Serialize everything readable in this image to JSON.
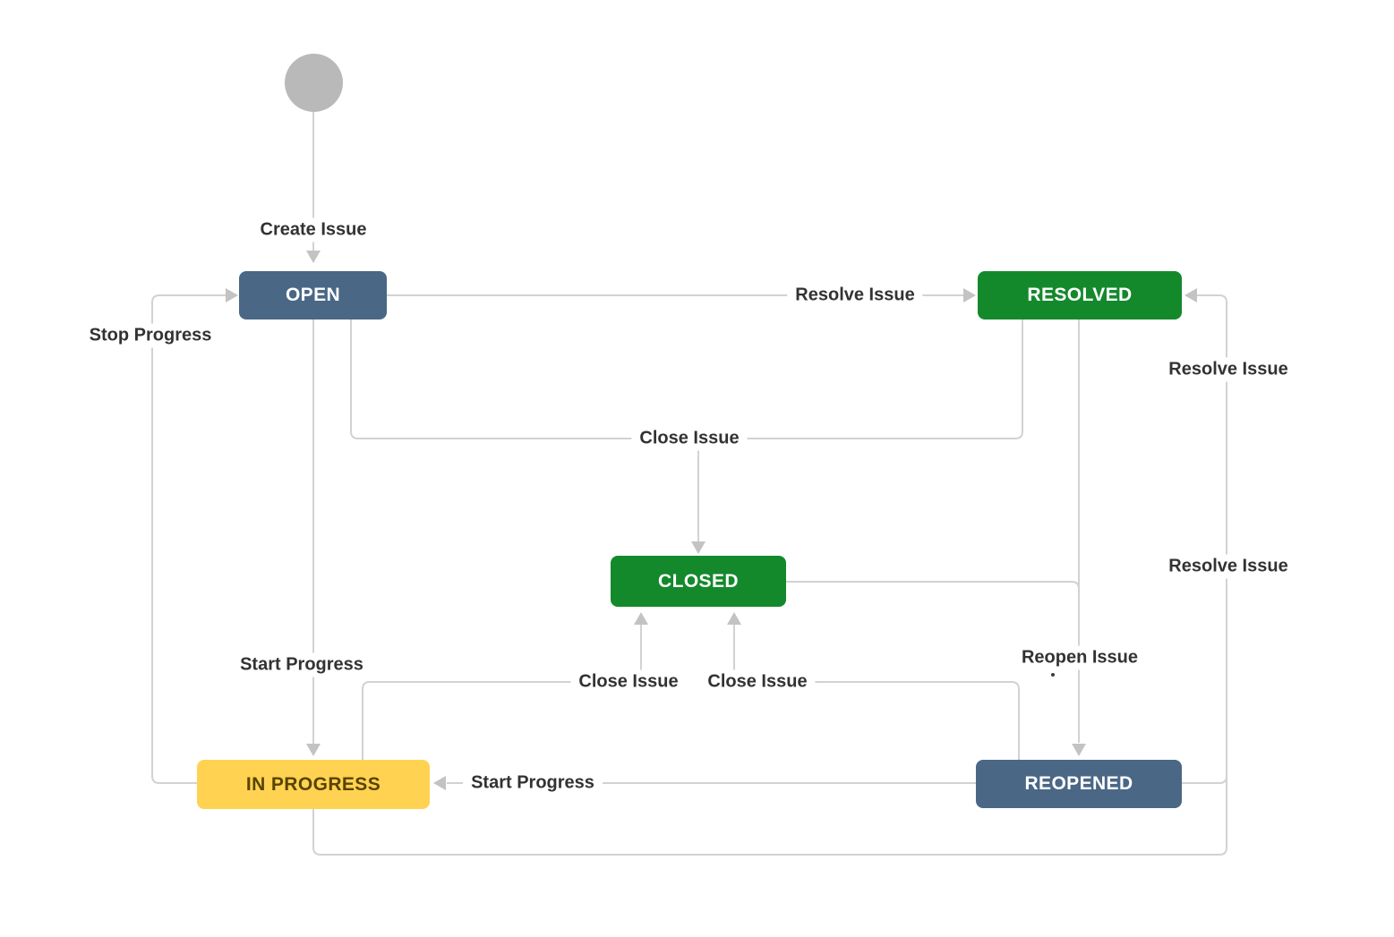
{
  "diagram_type": "issue-workflow-state-diagram",
  "nodes": [
    {
      "id": "start",
      "label": "",
      "shape": "circle",
      "color": "#b9b9b9",
      "text_color": ""
    },
    {
      "id": "open",
      "label": "OPEN",
      "shape": "rect",
      "color": "#4a6785",
      "text_color": "#ffffff"
    },
    {
      "id": "resolved",
      "label": "RESOLVED",
      "shape": "rect",
      "color": "#14892c",
      "text_color": "#ffffff"
    },
    {
      "id": "closed",
      "label": "CLOSED",
      "shape": "rect",
      "color": "#14892c",
      "text_color": "#ffffff"
    },
    {
      "id": "in_progress",
      "label": "IN PROGRESS",
      "shape": "rect",
      "color": "#ffd351",
      "text_color": "#594300"
    },
    {
      "id": "reopened",
      "label": "REOPENED",
      "shape": "rect",
      "color": "#4a6785",
      "text_color": "#ffffff"
    }
  ],
  "transitions": [
    {
      "from": "start",
      "to": "open",
      "label": "Create Issue"
    },
    {
      "from": "in_progress",
      "to": "open",
      "label": "Stop Progress"
    },
    {
      "from": "open",
      "to": "resolved",
      "label": "Resolve Issue"
    },
    {
      "from": "open+resolved",
      "to": "closed",
      "label": "Close Issue"
    },
    {
      "from": "open",
      "to": "in_progress",
      "label": "Start Progress"
    },
    {
      "from": "in_progress",
      "to": "closed",
      "label": "Close Issue"
    },
    {
      "from": "reopened",
      "to": "closed",
      "label": "Close Issue"
    },
    {
      "from": "resolved+closed",
      "to": "reopened",
      "label": "Reopen Issue"
    },
    {
      "from": "reopened",
      "to": "in_progress",
      "label": "Start Progress"
    },
    {
      "from": "reopened",
      "to": "resolved",
      "label": "Resolve Issue"
    },
    {
      "from": "in_progress",
      "to": "resolved",
      "label": "Resolve Issue"
    }
  ],
  "colors": {
    "line": "#d2d2d2",
    "arrowhead": "#c3c3c3",
    "label_text": "#323232",
    "background": "#ffffff"
  }
}
